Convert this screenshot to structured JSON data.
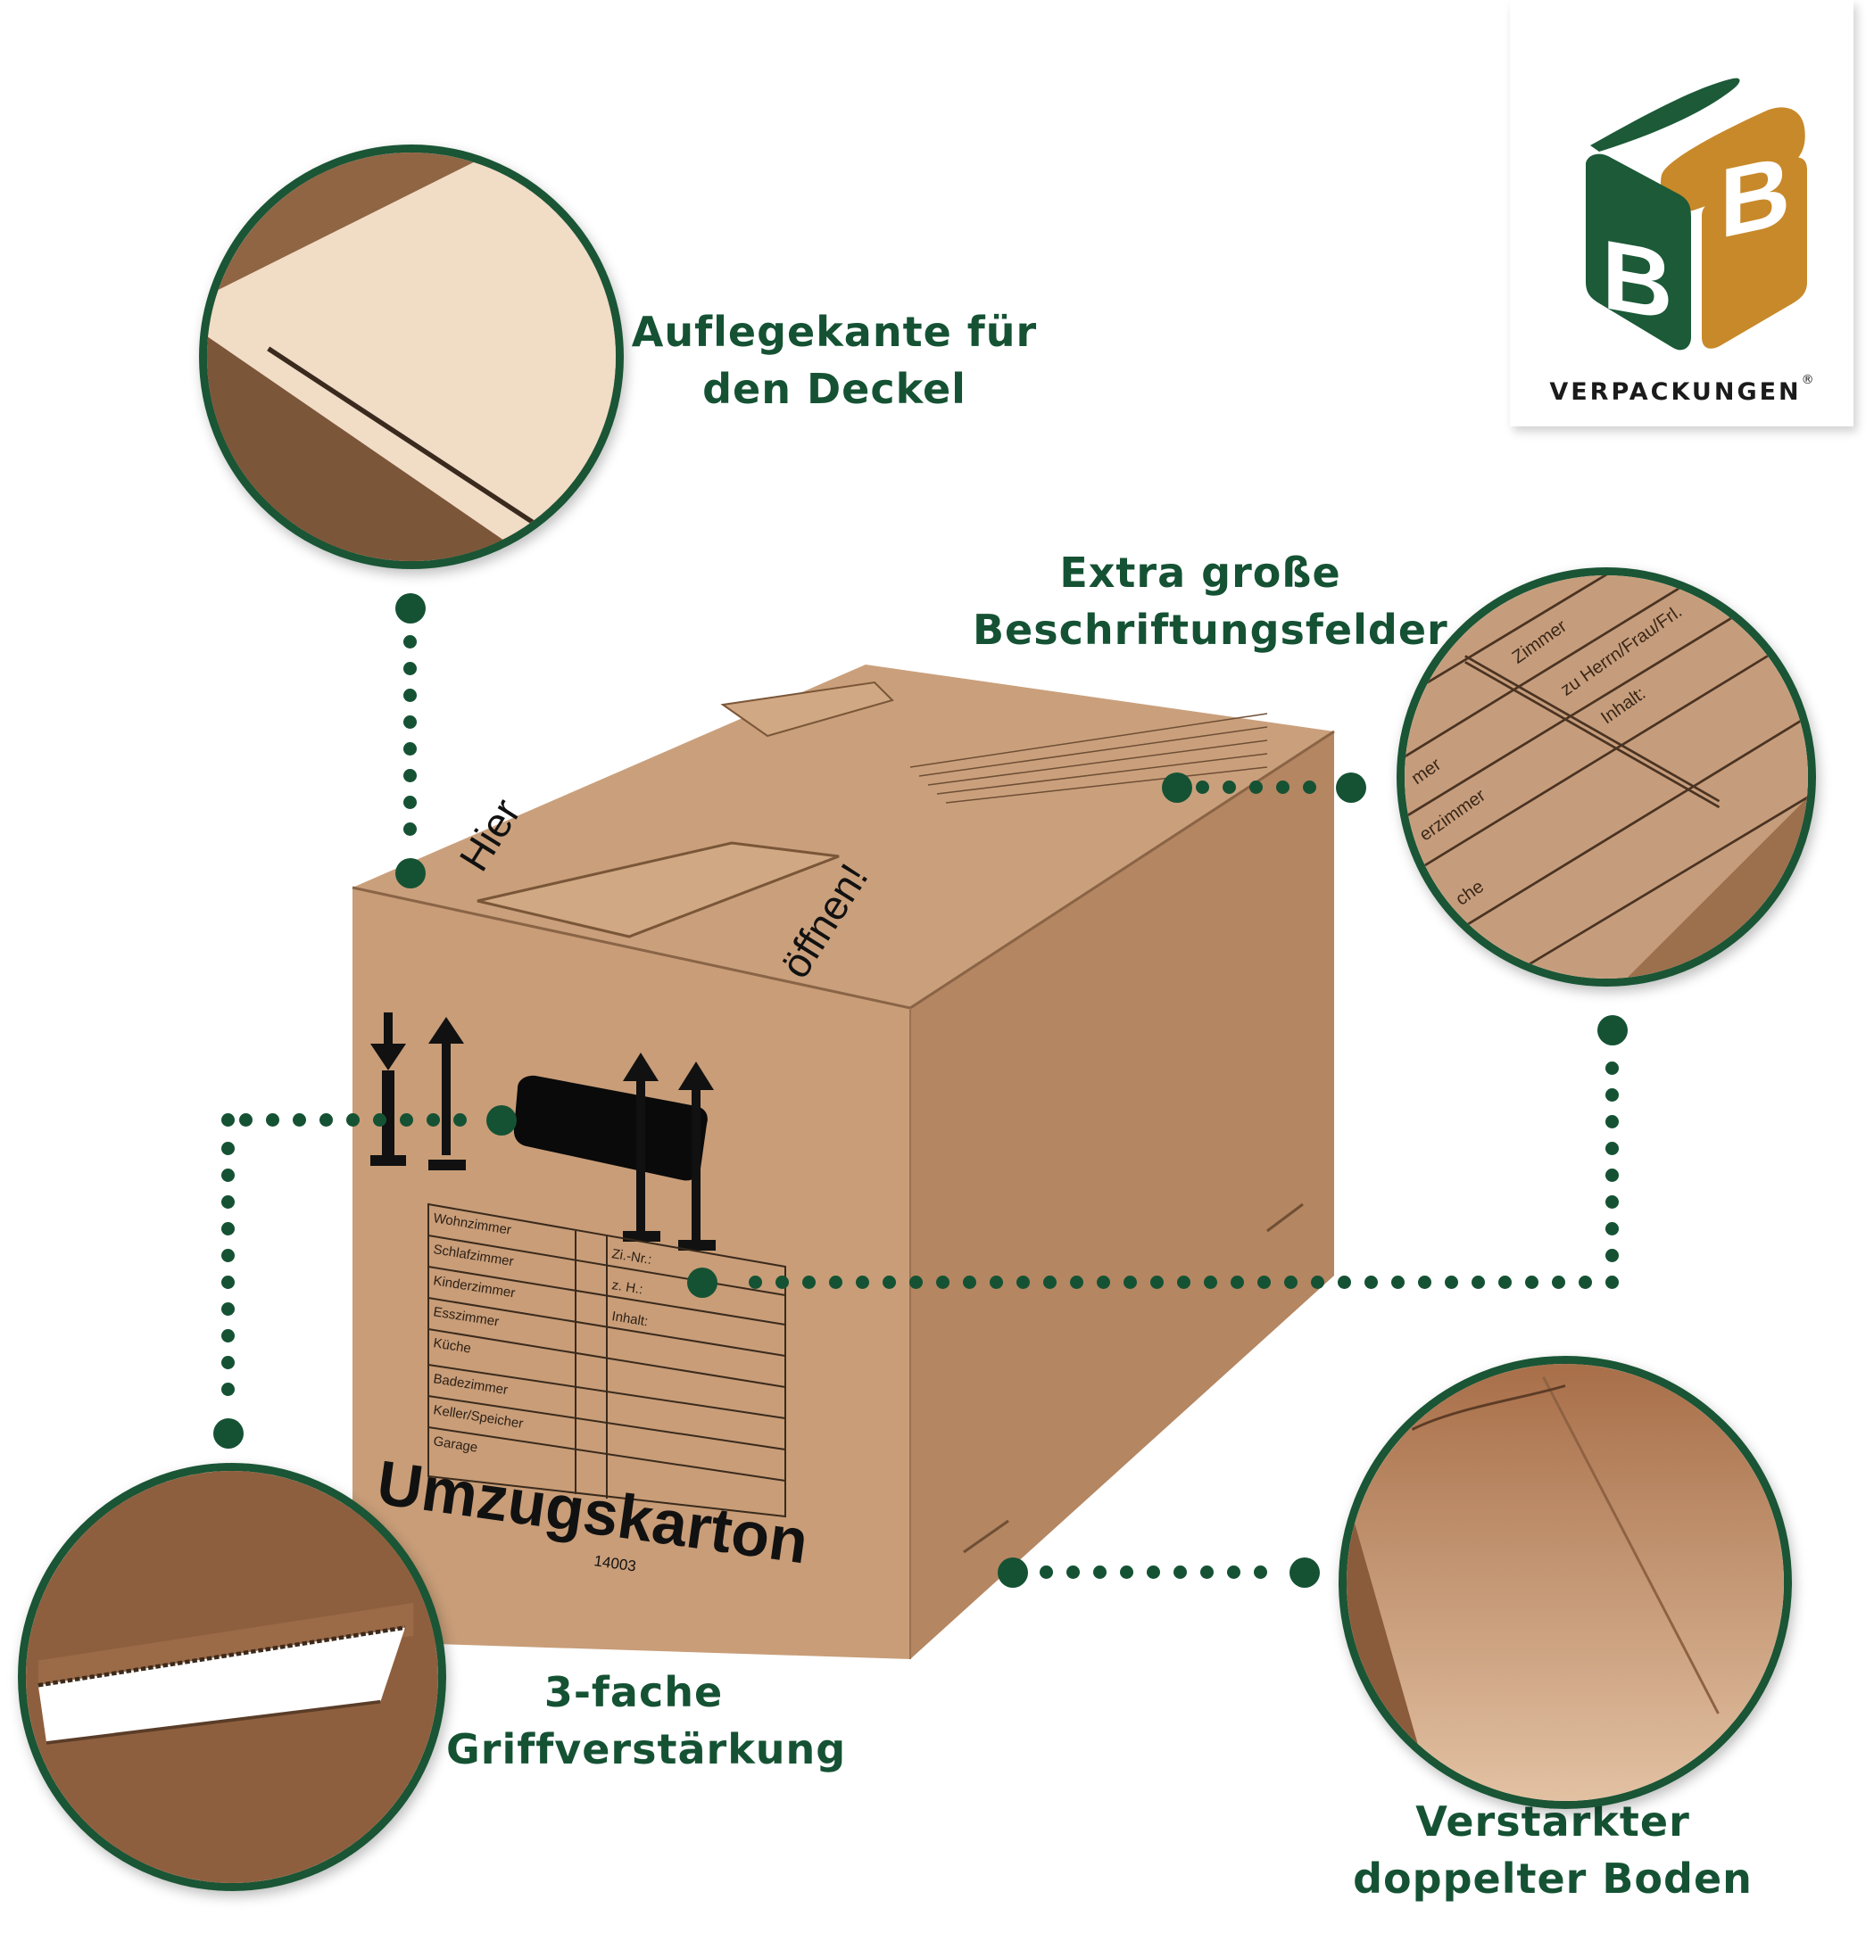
{
  "brand": {
    "logo_letters": [
      "B",
      "B"
    ],
    "logo_text": "VERPACKUNGEN",
    "registered_mark": "®",
    "colors": {
      "green": "#1c5a38",
      "gold": "#c8892a"
    }
  },
  "features": [
    {
      "id": "lid-edge",
      "line1": "Auflegekante für",
      "line2": "den Deckel"
    },
    {
      "id": "label-fields",
      "line1": "Extra große",
      "line2": "Beschriftungsfelder"
    },
    {
      "id": "handle",
      "line1": "3-fache",
      "line2": "Griffverstärkung"
    },
    {
      "id": "bottom",
      "line1": "Verstärkter",
      "line2": "doppelter Boden"
    }
  ],
  "box": {
    "top_text_1": "Hier",
    "top_text_2": "öffnen!",
    "title": "Umzugskarton",
    "article_number": "14003",
    "table_rooms": [
      "Wohnzimmer",
      "Schlafzimmer",
      "Kinderzimmer",
      "Esszimmer",
      "Küche",
      "Badezimmer",
      "Keller/Speicher",
      "Garage"
    ],
    "table_fields": [
      "Zi.-Nr.:",
      "z. H.:",
      "Inhalt:"
    ]
  },
  "detail_label_fields": {
    "col_texts": [
      "Zimmer",
      "zu Herrn/Frau/Frl.",
      "Inhalt:"
    ],
    "row_texts": [
      "mer",
      "erzimmer",
      "che"
    ]
  },
  "colors": {
    "accent_green": "#155234",
    "cardboard": "#c49a76",
    "cardboard_dark": "#a57a57",
    "cardboard_light": "#e9cdb1",
    "background": "#ffffff"
  }
}
